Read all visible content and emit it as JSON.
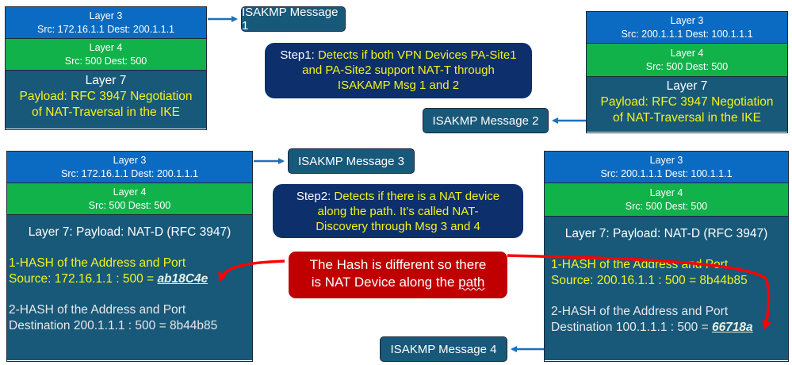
{
  "colors": {
    "layer3": "#0b6bc2",
    "layer4": "#12b24a",
    "layer7": "#185879",
    "step_box": "#0d2f6b",
    "callout": "#c00000",
    "highlight_text": "#f3f31a",
    "arrow_blue": "#1f6fb8",
    "arrow_red": "#ff0000"
  },
  "row1": {
    "left_packet": {
      "layer3_title": "Layer 3",
      "layer3_detail": "Src: 172.16.1.1 Dest: 200.1.1.1",
      "layer4_title": "Layer 4",
      "layer4_detail": "Src: 500 Dest: 500",
      "layer7_title": "Layer 7",
      "layer7_line1": "Payload: RFC 3947 Negotiation",
      "layer7_line2": "of NAT-Traversal in the IKE"
    },
    "right_packet": {
      "layer3_title": "Layer 3",
      "layer3_detail": "Src: 200.1.1.1 Dest: 100.1.1.1",
      "layer4_title": "Layer 4",
      "layer4_detail": "Src: 500 Dest: 500",
      "layer7_title": "Layer 7",
      "layer7_line1": "Payload: RFC 3947 Negotiation",
      "layer7_line2": "of NAT-Traversal in the IKE"
    },
    "message_1": "ISAKMP Message 1",
    "message_2": "ISAKMP Message 2",
    "step": {
      "label": "Step1: ",
      "line1": "Detects if both VPN Devices PA-Site1",
      "line2": "and PA-Site2 support NAT-T through",
      "line3": "ISAKAMP Msg 1 and 2"
    }
  },
  "row2": {
    "left_packet": {
      "layer3_title": "Layer 3",
      "layer3_detail": "Src: 172.16.1.1 Dest: 200.1.1.1",
      "layer4_title": "Layer 4",
      "layer4_detail": "Src: 500 Dest: 500",
      "layer7_title": "Layer 7: Payload: NAT-D (RFC 3947)",
      "hash1_line1": "1-HASH of the Address and Port",
      "hash1_line2": "Source: 172.16.1.1 : 500 = ",
      "hash1_value": "ab18C4e",
      "hash2_line1": "2-HASH of the Address and Port",
      "hash2_line2": "Destination 200.1.1.1 : 500 = 8b44b85"
    },
    "right_packet": {
      "layer3_title": "Layer 3",
      "layer3_detail": "Src: 200.1.1.1 Dest: 100.1.1.1",
      "layer4_title": "Layer 4",
      "layer4_detail": "Src: 500 Dest: 500",
      "layer7_title": "Layer 7: Payload: NAT-D (RFC 3947)",
      "hash1_line1": "1-HASH of the Address and Port",
      "hash1_line2": "Source: 200.16.1.1 : 500 = 8b44b85",
      "hash2_line1": "2-HASH of the Address and Port",
      "hash2_line2": "Destination 100.1.1.1 : 500 = ",
      "hash2_value": "66718a"
    },
    "message_3": "ISAKMP Message 3",
    "message_4": "ISAKMP Message 4",
    "step": {
      "label": "Step2: ",
      "line1": "Detects if there is a NAT device",
      "line2": "along the path. It’s called NAT-",
      "line3": "Discovery through Msg 3 and 4"
    },
    "callout": {
      "line1": "The Hash  is different so there",
      "line2_prefix": "is NAT Device along the ",
      "line2_wavy": "path"
    }
  }
}
